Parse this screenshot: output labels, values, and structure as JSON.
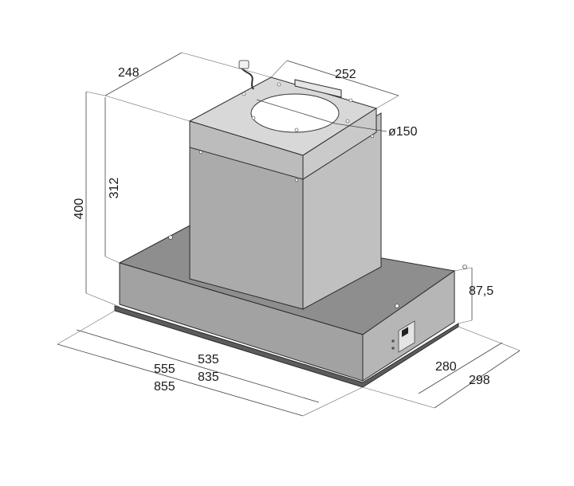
{
  "diagram": {
    "dimensions": {
      "top_depth": "248",
      "top_width": "252",
      "duct_diameter": "ø150",
      "total_height": "400",
      "chimney_height": "312",
      "base_height": "87,5",
      "width_inner_a": "535",
      "width_inner_b": "835",
      "width_outer_a": "555",
      "width_outer_b": "855",
      "depth_inner": "280",
      "depth_outer": "298"
    },
    "colors": {
      "body_front": "#a9a9a9",
      "body_side": "#bdbdbd",
      "body_top": "#d6d6d6",
      "base_front": "#9f9f9f",
      "base_top": "#8c8c8c",
      "base_side": "#b3b3b3",
      "outline": "#2a2a2a"
    }
  }
}
